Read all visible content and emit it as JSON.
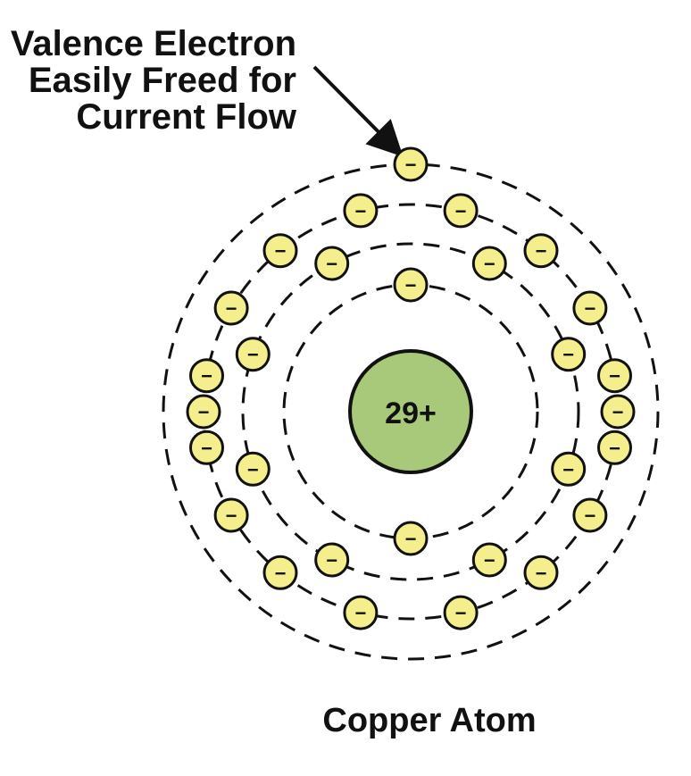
{
  "callout": {
    "lines": [
      "Valence Electron",
      "Easily Freed for",
      "Current Flow"
    ]
  },
  "nucleus": {
    "label": "29+"
  },
  "electron_sign": "−",
  "caption": "Copper Atom",
  "shells": [
    {
      "electron_count": 2
    },
    {
      "electron_count": 8
    },
    {
      "electron_count": 18
    },
    {
      "electron_count": 1
    }
  ],
  "colors": {
    "nucleus_fill": "#a9c97a",
    "electron_fill": "#f4ee8c",
    "stroke": "#111111"
  }
}
